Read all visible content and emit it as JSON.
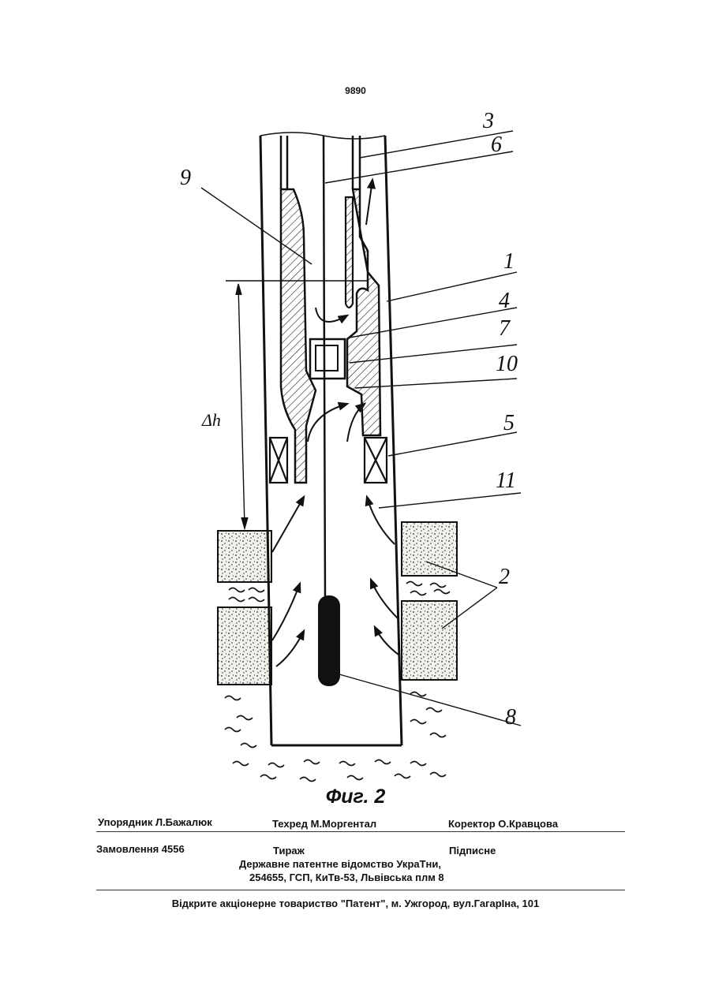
{
  "page_number": "9890",
  "figure": {
    "caption": "Фиг. 2",
    "part_labels": [
      "3",
      "6",
      "9",
      "1",
      "4",
      "7",
      "10",
      "5",
      "11",
      "2",
      "8"
    ],
    "dimension_label": "Δh"
  },
  "footer": {
    "compiler": "Упорядник Л.Бажалюк",
    "tech_editor": "Техред М.Моргентал",
    "proofreader": "Коректор О.Кравцова",
    "order": "Замовлення 4556",
    "circulation": "Тираж",
    "subscription": "Підписне",
    "publisher_line1": "Державне патентне відомство УкраТни,",
    "publisher_line2": "254655, ГСП, КиТв-53, Львівська плм 8",
    "printer": "Відкрите акціонерне товариство  \"Патент\", м. Ужгород, вул.ГагарІна, 101"
  }
}
